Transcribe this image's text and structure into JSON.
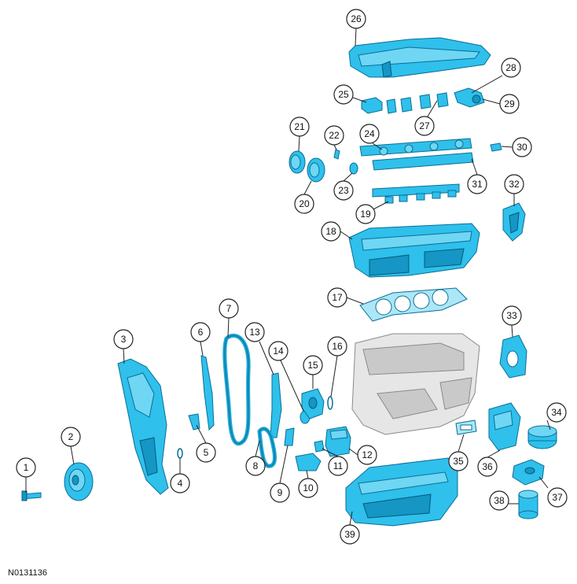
{
  "figure_id": "N0131136",
  "callouts": [
    "1",
    "2",
    "3",
    "4",
    "5",
    "6",
    "7",
    "8",
    "9",
    "10",
    "11",
    "12",
    "13",
    "14",
    "15",
    "16",
    "17",
    "18",
    "19",
    "20",
    "21",
    "22",
    "23",
    "24",
    "25",
    "26",
    "27",
    "28",
    "29",
    "30",
    "31",
    "32",
    "33",
    "34",
    "35",
    "36",
    "37",
    "38",
    "39"
  ],
  "colors": {
    "part": "#2fc0ec",
    "outline": "#0a6f95",
    "engine_block": "#e6e6e6"
  }
}
